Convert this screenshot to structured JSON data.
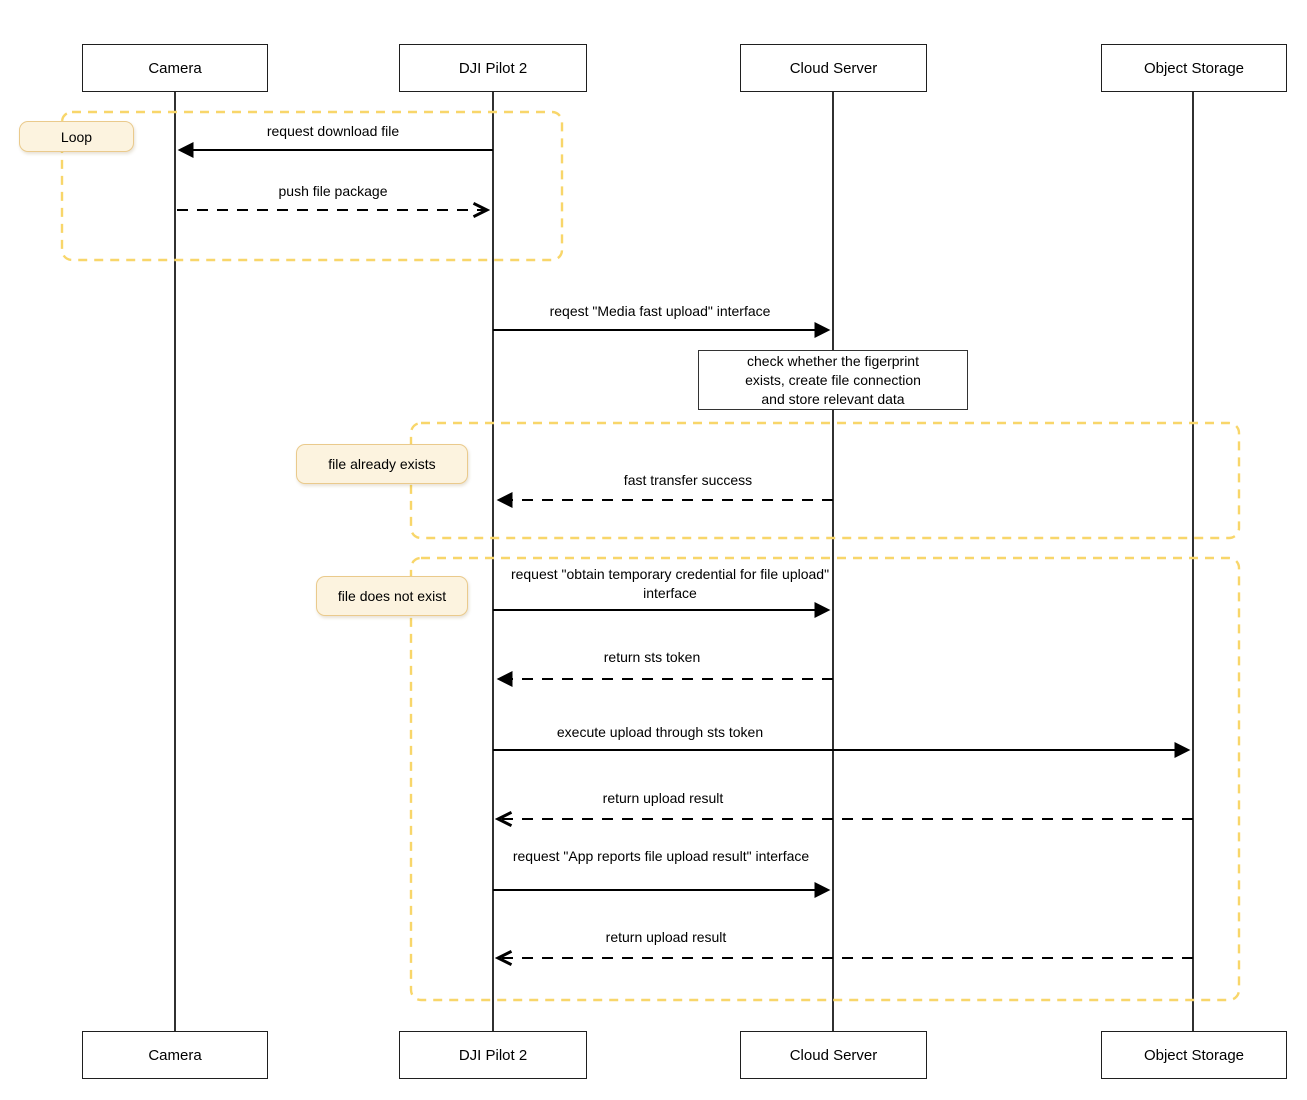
{
  "diagram": {
    "type": "sequence-diagram",
    "actors": [
      {
        "name": "Camera"
      },
      {
        "name": "DJI Pilot 2"
      },
      {
        "name": "Cloud Server"
      },
      {
        "name": "Object Storage"
      }
    ],
    "fragments": {
      "loop": {
        "label": "Loop"
      },
      "file_exists": {
        "label": "file already exists"
      },
      "file_not_exists": {
        "label": "file does not exist"
      }
    },
    "messages": [
      {
        "label": "request download file",
        "from": "DJI Pilot 2",
        "to": "Camera",
        "style": "solid"
      },
      {
        "label": "push file package",
        "from": "Camera",
        "to": "DJI Pilot 2",
        "style": "dashed"
      },
      {
        "label": "reqest \"Media fast upload\" interface",
        "from": "DJI Pilot 2",
        "to": "Cloud Server",
        "style": "solid"
      },
      {
        "label": "fast transfer success",
        "from": "Cloud Server",
        "to": "DJI Pilot 2",
        "style": "dashed"
      },
      {
        "label": "request \"obtain temporary credential for file upload\" interface",
        "from": "DJI Pilot 2",
        "to": "Cloud Server",
        "style": "solid"
      },
      {
        "label": "return sts token",
        "from": "Cloud Server",
        "to": "DJI Pilot 2",
        "style": "dashed"
      },
      {
        "label": "execute upload through sts token",
        "from": "DJI Pilot 2",
        "to": "Object Storage",
        "style": "solid"
      },
      {
        "label": "return upload result",
        "from": "Object Storage",
        "to": "DJI Pilot 2",
        "style": "dashed"
      },
      {
        "label": "request \"App reports file upload result\" interface",
        "from": "DJI Pilot 2",
        "to": "Cloud Server",
        "style": "solid"
      },
      {
        "label": "return upload result",
        "from": "Object Storage",
        "to": "DJI Pilot 2",
        "style": "dashed"
      }
    ],
    "note": {
      "attached_to": "Cloud Server",
      "lines": [
        "check whether the figerprint",
        "exists, create file connection",
        "and store relevant data"
      ]
    },
    "colors": {
      "fragment_border": "#F8D66A",
      "fragment_label_fill": "#FCF3DF",
      "fragment_label_border": "#EACA8C",
      "message_line": "#000000",
      "actor_border": "#1f1f1f",
      "background": "#ffffff"
    }
  }
}
